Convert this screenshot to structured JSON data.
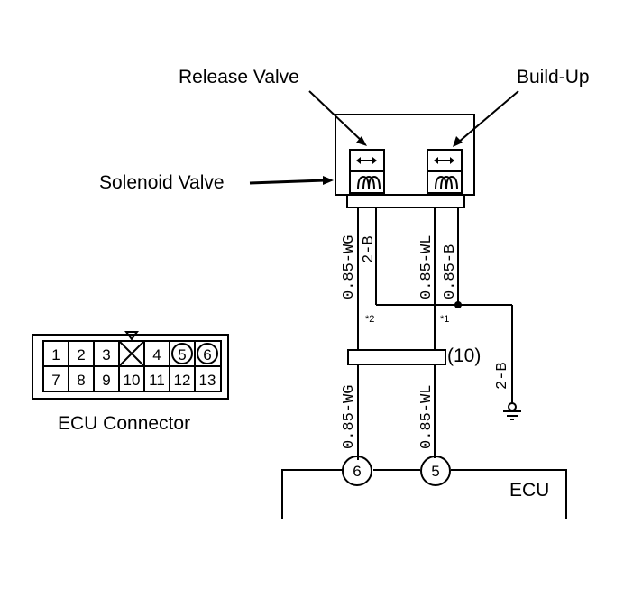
{
  "labels": {
    "release_valve": "Release Valve",
    "build_up": "Build-Up",
    "solenoid_valve": "Solenoid Valve",
    "ecu_connector": "ECU Connector",
    "ecu": "ECU",
    "junction": "(10)"
  },
  "wires": {
    "wg_upper": "0.85-WG",
    "b_left": "2-B",
    "wl_upper": "0.85-WL",
    "b_right": "0.85-B",
    "wg_lower": "0.85-WG",
    "wl_lower": "0.85-WL",
    "ground": "2-B"
  },
  "markers": {
    "star_left": "*2",
    "star_right": "*1"
  },
  "ecu_terminals": [
    "6",
    "5"
  ],
  "connector_pins": {
    "top_row": [
      "1",
      "2",
      "3",
      "",
      "4",
      "5",
      "6"
    ],
    "bottom_row": [
      "7",
      "8",
      "9",
      "10",
      "11",
      "12",
      "13"
    ]
  }
}
